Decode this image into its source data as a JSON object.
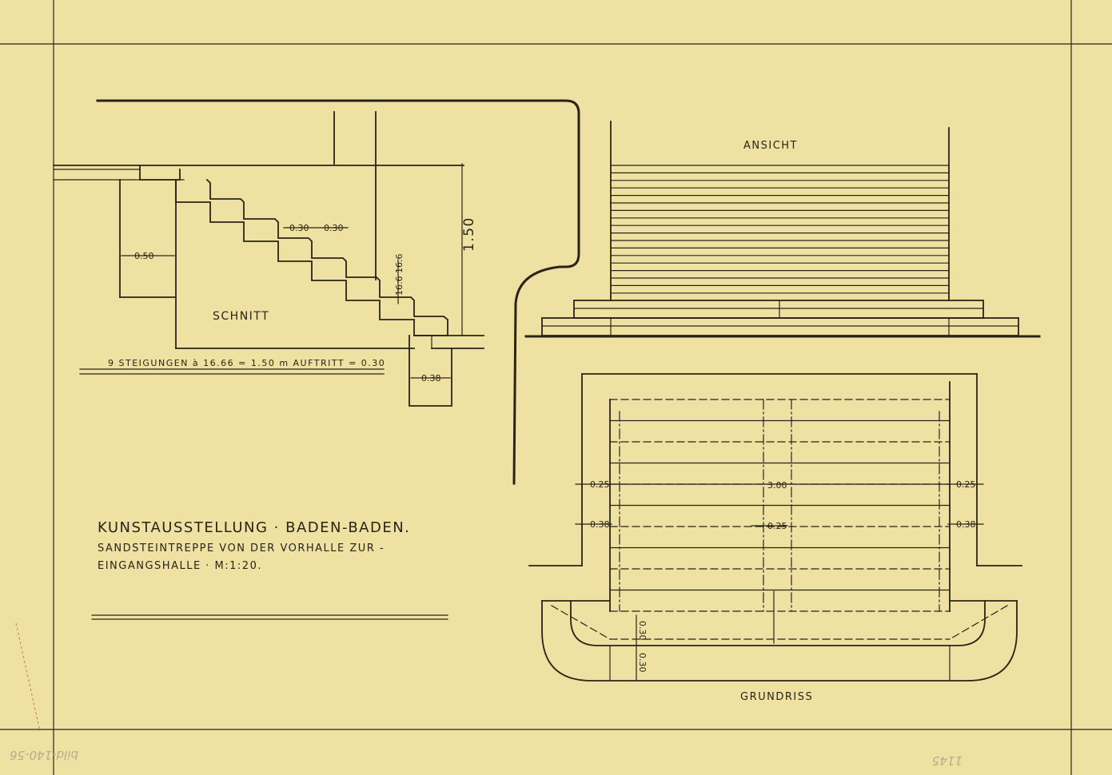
{
  "drawing": {
    "section_title": "SCHNITT",
    "elevation_title": "ANSICHT",
    "plan_title": "GRUNDRISS",
    "title_line_1": "KUNSTAUSSTELLUNG · BADEN-BADEN.",
    "title_line_2": "SANDSTEINTREPPE VON DER VORHALLE ZUR -",
    "title_line_3": "EINGANGSHALLE · M:1:20.",
    "steps_note": "9 STEIGUNGEN à 16.66 = 1.50 m   AUFTRITT = 0.30",
    "archive_number": "bild-140-56",
    "archive_stamp": "1145"
  },
  "dimensions": {
    "section_height": "1.50",
    "section_depth": "0.50",
    "tread_a": "0.30",
    "tread_b": "0.30",
    "riser_a": "16.6",
    "riser_b": "16.6",
    "base_width": "0.38",
    "plan_left_margin": "0.25",
    "plan_total_width": "3.00",
    "plan_right_margin": "0.25",
    "plan_left_wall": "0.38",
    "plan_center": "0.25",
    "plan_right_wall": "0.38",
    "plan_depth_a": "0.30",
    "plan_depth_b": "0.30"
  }
}
